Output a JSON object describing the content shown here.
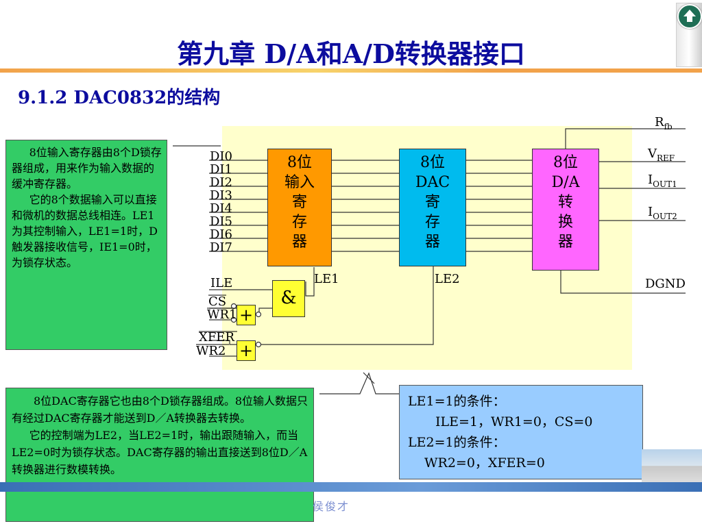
{
  "header": {
    "title": "第九章   D/A和A/D转换器接口",
    "subtitle": "9.1.2  DAC0832的结构"
  },
  "nav": {
    "home_icon": "home-up-arrow-icon"
  },
  "blocks": {
    "input_register": [
      "8位",
      "输入",
      "寄",
      "存",
      "器"
    ],
    "dac_register": [
      "8位",
      "DAC",
      "寄",
      "存",
      "器"
    ],
    "da_converter": [
      "8位",
      "D/A",
      "转",
      "换",
      "器"
    ]
  },
  "inputs": [
    "DI0",
    "DI1",
    "DI2",
    "DI3",
    "DI4",
    "DI5",
    "DI6",
    "DI7"
  ],
  "control": {
    "ile": "ILE",
    "cs": "CS",
    "wr1": "WR1",
    "xfer": "XFER",
    "wr2": "WR2",
    "le1": "LE1",
    "le2": "LE2",
    "and_symbol": "&",
    "or_symbol": "+"
  },
  "outputs": {
    "rfb": "R",
    "rfb_sub": "fb",
    "vref": "V",
    "vref_sub": "REF",
    "iout1": "I",
    "iout1_sub": "OUT1",
    "iout2": "I",
    "iout2_sub": "OUT2",
    "dgnd": "DGND"
  },
  "notes": {
    "left": [
      "8位输入寄存器由8个D锁存器组成，用来作为输入数据的缓冲寄存器。",
      "它的8个数据输入可以直接和微机的数据总线相连。LE1为其控制输入，LE1=1时，D触发器接收信号，IE1=0时，为锁存状态。"
    ],
    "bottom": [
      "8位DAC寄存器它也由8个D锁存器组成。8位输人数据只有经过DAC寄存器才能送到D／A转换器去转换。",
      "它的控制端为LE2，当LE2=1时，输出跟随输入，而当LE2=0时为锁存状态。DAC寄存器的输出直接送到8位D／A转换器进行数模转换。"
    ],
    "conditions": [
      "LE1=1的条件：",
      "ILE=1，WR1=0，CS=0",
      "LE2=1的条件：",
      "WR2=0，XFER=0"
    ]
  },
  "footer": {
    "author": "侯俊才"
  },
  "colors": {
    "input_register": "#ff9900",
    "dac_register": "#00bbee",
    "da_converter": "#ff66ff",
    "note_left": "#33cc66",
    "note_bottom": "#33cc66",
    "note_conditions": "#99ccff",
    "board": "#ffffcc",
    "title": "#0c0c9e"
  }
}
